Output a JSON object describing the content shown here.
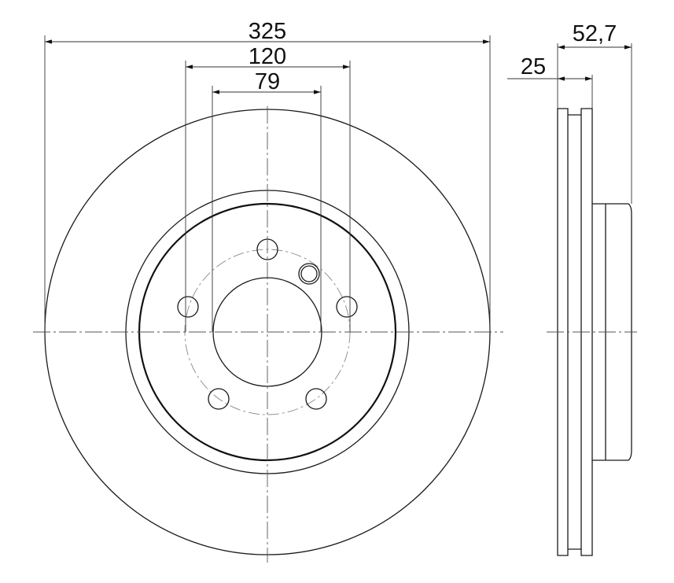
{
  "dimensions": {
    "outer_diameter": "325",
    "bolt_circle": "120",
    "center_bore": "79",
    "overall_height": "52,7",
    "thickness": "25"
  },
  "colors": {
    "line": "#1a1a1a",
    "background": "#ffffff"
  }
}
